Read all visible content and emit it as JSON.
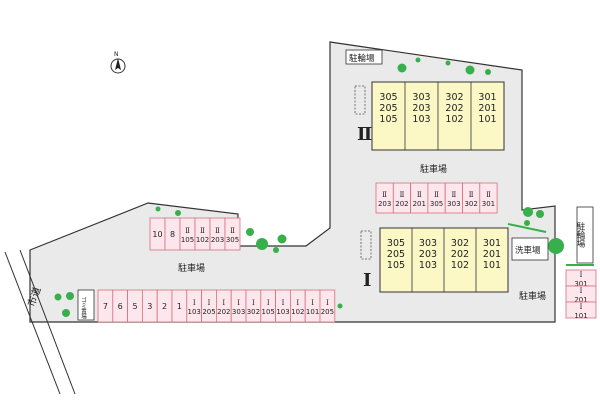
{
  "compass": {
    "label": "N",
    "icon": "north-arrow-icon"
  },
  "road": {
    "label": "市道"
  },
  "bicycle_parking": {
    "label": "駐輪場"
  },
  "buildings": [
    {
      "id": "building-2",
      "roman": "Ⅱ",
      "units": [
        [
          "305",
          "205",
          "105"
        ],
        [
          "303",
          "203",
          "103"
        ],
        [
          "302",
          "202",
          "102"
        ],
        [
          "301",
          "201",
          "101"
        ]
      ]
    },
    {
      "id": "building-1",
      "roman": "Ⅰ",
      "units": [
        [
          "305",
          "205",
          "105"
        ],
        [
          "303",
          "203",
          "103"
        ],
        [
          "302",
          "202",
          "102"
        ],
        [
          "301",
          "201",
          "101"
        ]
      ]
    }
  ],
  "parking_labels": {
    "top": "駐車場",
    "left": "駐車場",
    "right": "駐車場"
  },
  "car_wash": {
    "label": "洗車場"
  },
  "garbage": {
    "label": "ゴミ置場"
  },
  "side_bicycle": {
    "label": "駐輪場"
  },
  "stalls": {
    "middle_row": [
      "Ⅱ 203",
      "Ⅱ 202",
      "Ⅱ 201",
      "Ⅱ 305",
      "Ⅱ 303",
      "Ⅱ 302",
      "Ⅱ 301"
    ],
    "upper_left": [
      "10",
      "8",
      "Ⅱ 105",
      "Ⅱ 102",
      "Ⅱ 203",
      "Ⅱ 305"
    ],
    "bottom_row": [
      "7",
      "6",
      "5",
      "3",
      "2",
      "1",
      "Ⅰ 103",
      "Ⅰ 205",
      "Ⅰ 202",
      "Ⅰ 303",
      "Ⅰ 302",
      "Ⅰ 105",
      "Ⅰ 103",
      "Ⅰ 102",
      "Ⅰ 101",
      "Ⅰ 205"
    ],
    "right_column": [
      "Ⅰ 301",
      "Ⅰ 201",
      "Ⅰ 101"
    ]
  },
  "colors": {
    "lot": "#eaeaea",
    "building": "#fbf8c6",
    "stall_fill": "#fde7ec",
    "stall_stroke": "#d4707e",
    "tree": "#37b04b",
    "outline": "#333333"
  }
}
